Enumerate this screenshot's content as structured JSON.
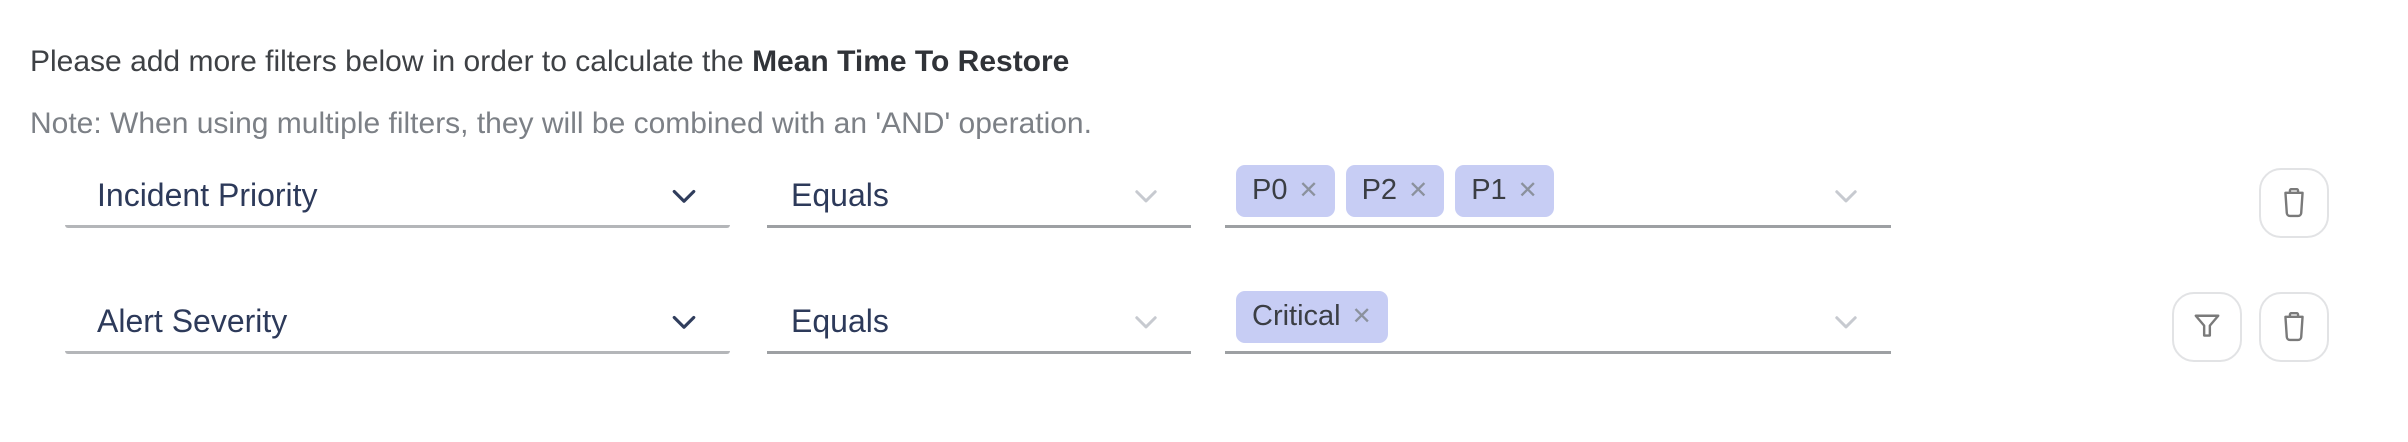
{
  "header": {
    "intro_text": "Please add more filters below in order to calculate the ",
    "intro_highlight": "Mean Time To Restore",
    "note_text": "Note: When using multiple filters, they will be combined with an 'AND' operation."
  },
  "filter_rows": [
    {
      "attribute": "Incident Priority",
      "operator": "Equals",
      "values": [
        "P0",
        "P2",
        "P1"
      ],
      "actions": [
        "delete"
      ]
    },
    {
      "attribute": "Alert Severity",
      "operator": "Equals",
      "values": [
        "Critical"
      ],
      "actions": [
        "filter",
        "delete"
      ]
    }
  ],
  "icons": {
    "remove_glyph": "✕",
    "dropdown": "chevron-down-icon",
    "delete_row": "trash-icon",
    "filter_row": "funnel-icon"
  },
  "colors": {
    "chip_background": "#c7cdf4",
    "select_text": "#2d3a5a",
    "note_text": "#7c8086",
    "underline_attribute": "#b4b6b9",
    "underline_other": "#9da0a3",
    "button_border": "#e2e3e5",
    "icon_gray": "#7a7a7a"
  }
}
